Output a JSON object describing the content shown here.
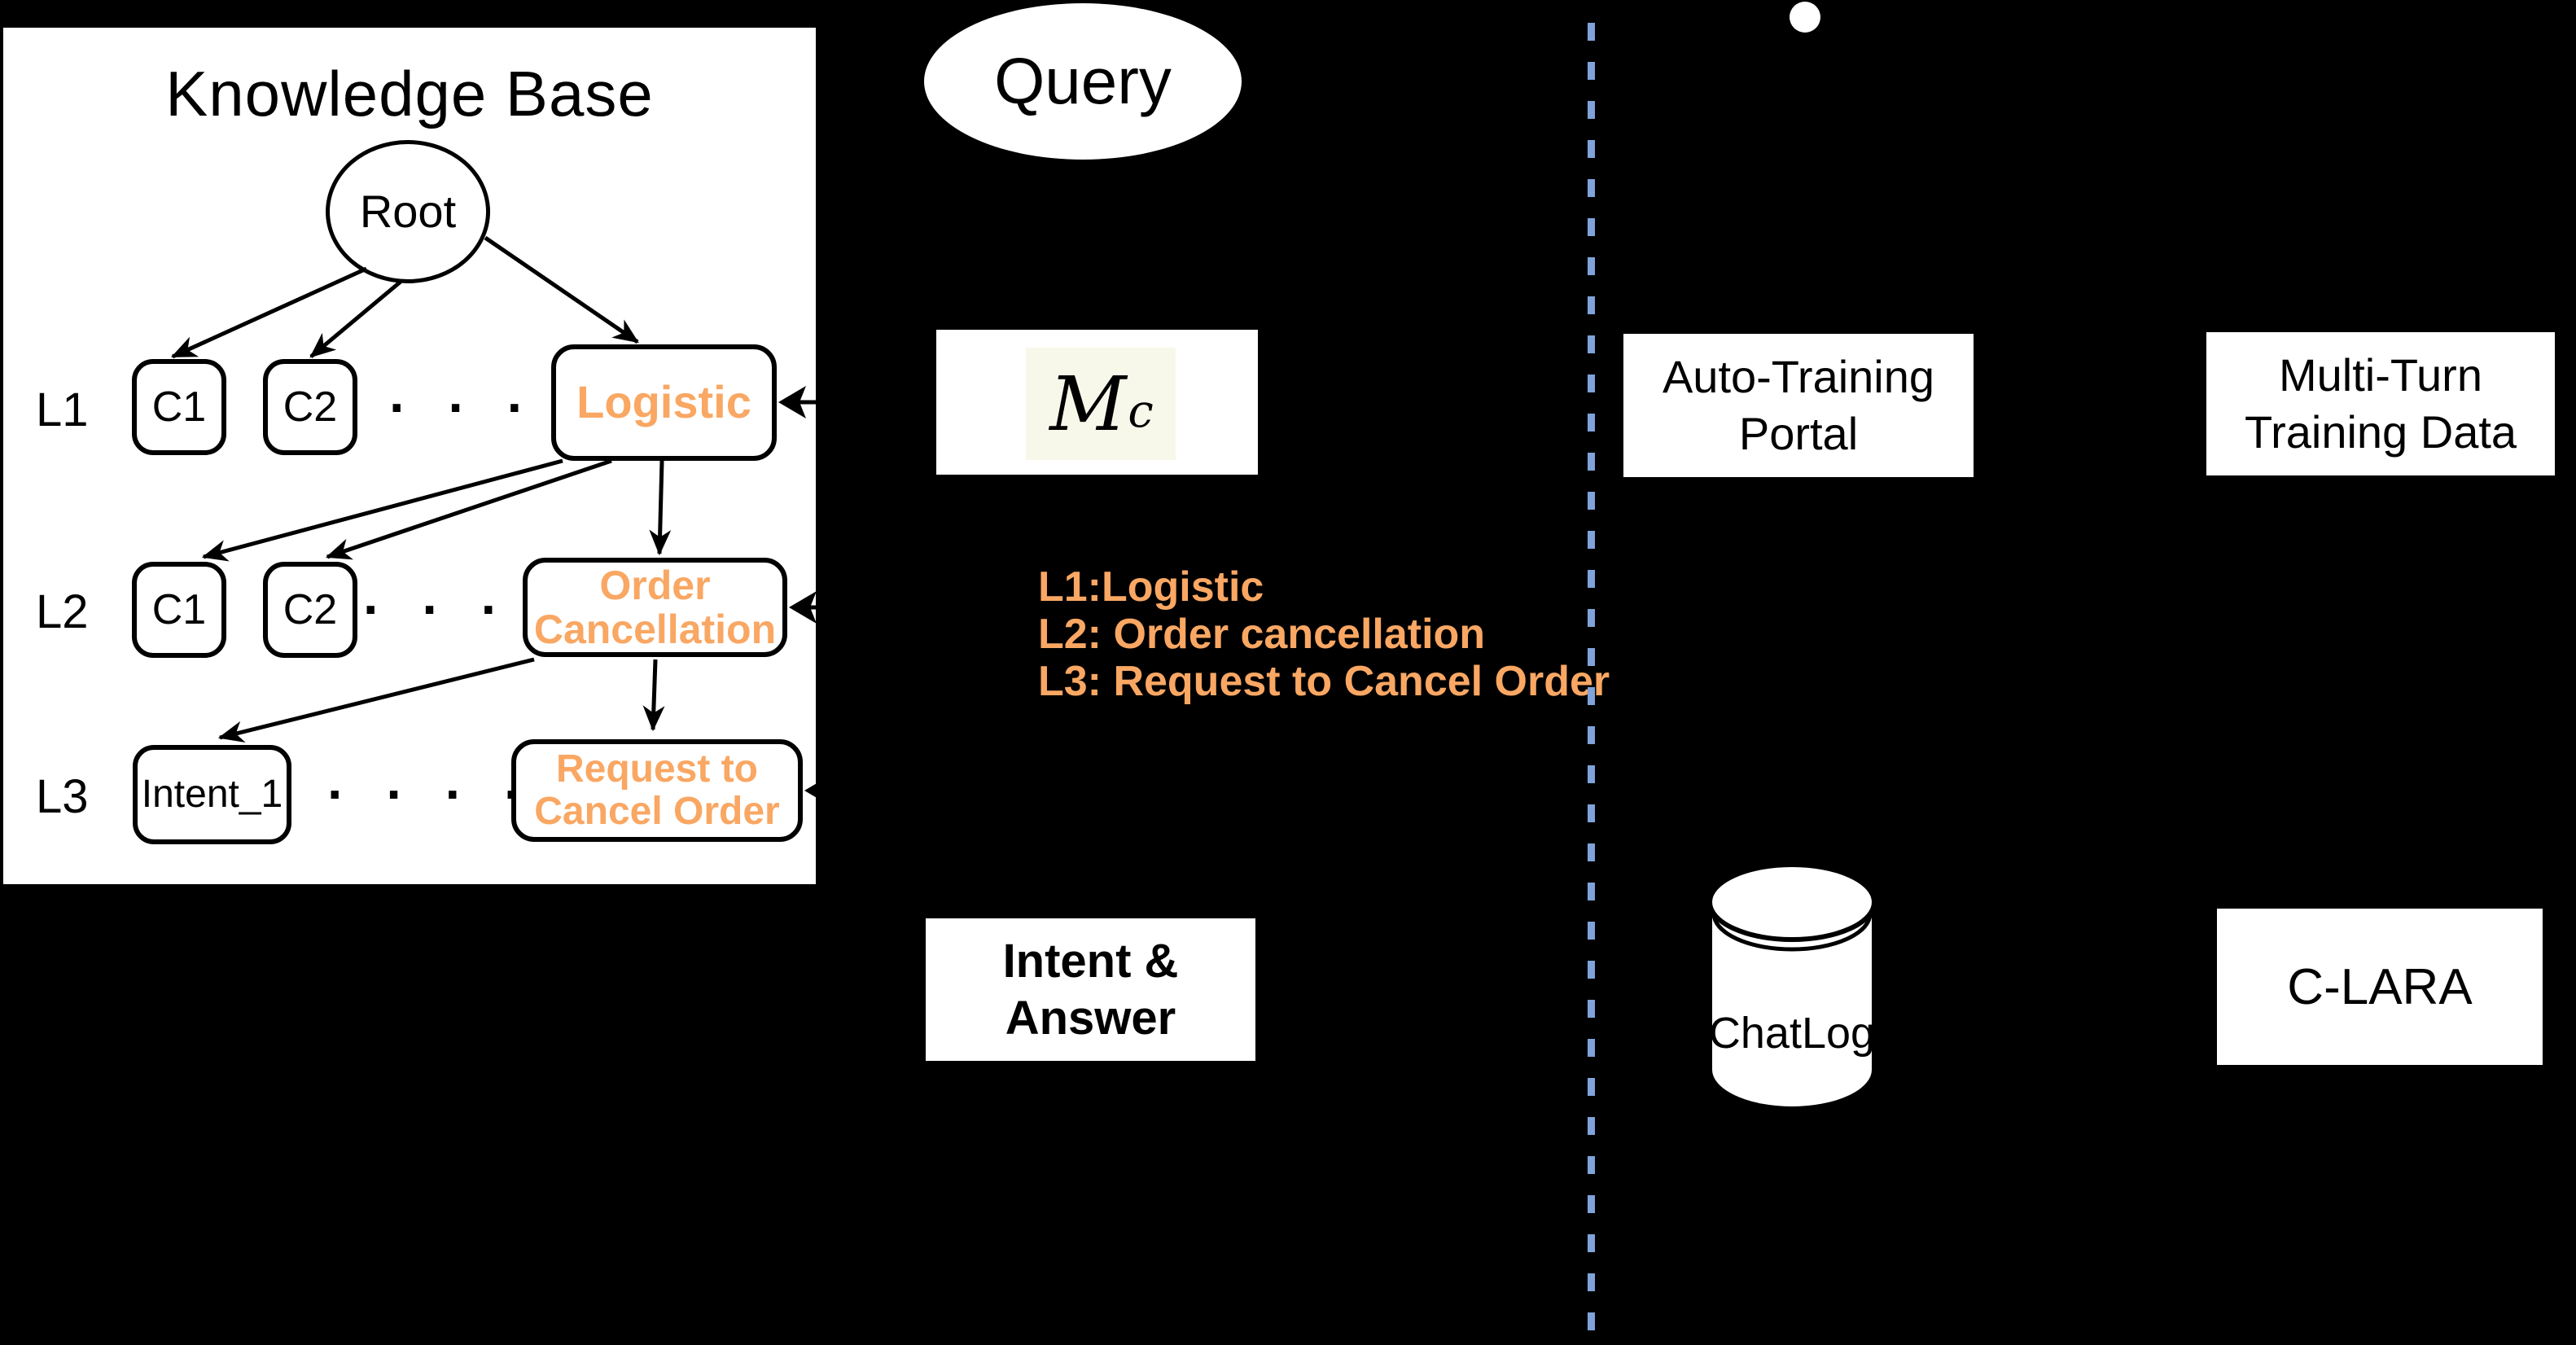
{
  "colors": {
    "background": "#000000",
    "panel": "#ffffff",
    "ink": "#000000",
    "accent_orange": "#F9A763",
    "dash_blue": "#7FA3DA",
    "formula_background": "#F8F8EA"
  },
  "knowledge_base": {
    "title": "Knowledge Base",
    "root_label": "Root",
    "levels": [
      {
        "label": "L1",
        "node1": "C1",
        "node2": "C2",
        "dots": "· · · · ·",
        "highlight": "Logistic"
      },
      {
        "label": "L2",
        "node1": "C1",
        "node2": "C2",
        "dots": "· · · · ·",
        "highlight": "Order\nCancellation"
      },
      {
        "label": "L3",
        "node1": "Intent_1",
        "dots": "· · · · ·",
        "highlight": "Request to\nCancel Order"
      }
    ]
  },
  "pipeline": {
    "query_label": "Query",
    "classifier_symbol": "M",
    "classifier_subscript": "c",
    "classification_lines": {
      "l1": "L1:Logistic",
      "l2": "L2: Order cancellation",
      "l3": "L3: Request to Cancel Order"
    },
    "output_label": "Intent &\nAnswer"
  },
  "training": {
    "portal_label": "Auto-Training\nPortal",
    "chatlog_label": "ChatLog",
    "multiturn_label": "Multi-Turn\nTraining Data",
    "clara_label": "C-LARA"
  }
}
